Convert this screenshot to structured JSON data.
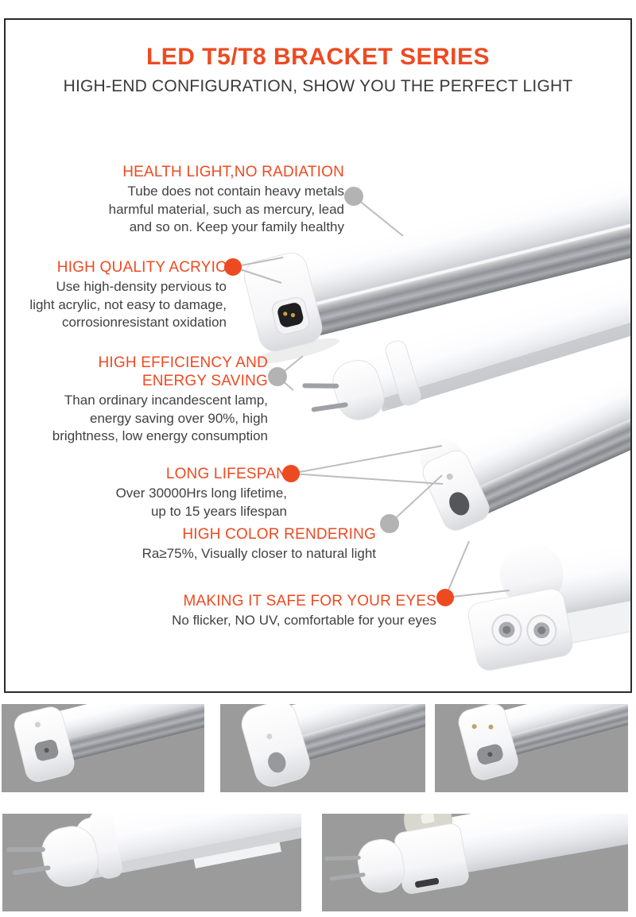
{
  "panel": {
    "title": "LED T5/T8 BRACKET SERIES",
    "subtitle": "HIGH-END CONFIGURATION, SHOW YOU THE PERFECT LIGHT"
  },
  "features": [
    {
      "heading": "HEALTH LIGHT,NO RADIATION",
      "body": "Tube does not contain heavy metals\nharmful material, such as mercury, lead\nand so on. Keep your family healthy",
      "dot": "gray"
    },
    {
      "heading": "HIGH QUALITY ACRYIC",
      "body": "Use high-density pervious to\nlight acrylic, not easy to damage,\ncorrosionresistant oxidation",
      "dot": "red"
    },
    {
      "heading": "HIGH EFFICIENCY AND\nENERGY SAVING",
      "body": "Than ordinary incandescent lamp,\nenergy saving over 90%, high\nbrightness, low energy consumption",
      "dot": "gray"
    },
    {
      "heading": "LONG LIFESPAN",
      "body": "Over 30000Hrs long lifetime,\nup to 15 years lifespan",
      "dot": "red"
    },
    {
      "heading": "HIGH COLOR RENDERING",
      "body": "Ra≥75%, Visually closer to natural light",
      "dot": "gray"
    },
    {
      "heading": "MAKING IT SAFE FOR YOUR EYES",
      "body": "No flicker, NO UV, comfortable for your eyes",
      "dot": "red"
    }
  ],
  "gallery": {
    "images": [
      {
        "name": "t5-integrated-tube-endcap-left-view"
      },
      {
        "name": "t5-integrated-tube-endcap-front-view"
      },
      {
        "name": "t5-integrated-tube-endcap-right-view"
      },
      {
        "name": "t8-tube-bi-pin-endcap"
      },
      {
        "name": "t8-tube-with-pir-motion-sensor"
      }
    ]
  },
  "colors": {
    "accent": "#ee4a21",
    "dot_gray": "#b3b3b3",
    "line_gray": "#bdbdbd",
    "body_text": "#414141",
    "subtitle_text": "#3a3a3a",
    "thumb_background": "#9b9b9b",
    "panel_border": "#2b2b2b"
  }
}
